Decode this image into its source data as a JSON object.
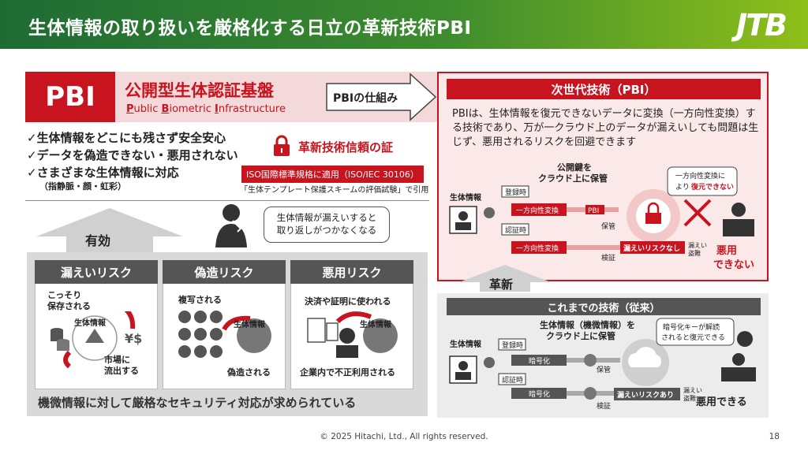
{
  "header": {
    "title": "生体情報の取り扱いを厳格化する日立の革新技術PBI",
    "logo": "JTB"
  },
  "pbi": {
    "badge": "PBI",
    "title": "公開型生体認証基盤",
    "subtitle_parts": [
      "P",
      "ublic ",
      "B",
      "iometric ",
      "I",
      "nfrastructure"
    ],
    "arrow_label": "PBIの仕組み",
    "checks": [
      "✓生体情報をどこにも残さず安全安心",
      "✓データを偽造できない・悪用されない",
      "✓さまざまな生体情報に対応"
    ],
    "checks_note": "（指静脈・顔・虹彩）",
    "trust_label": "革新技術信頼の証",
    "iso": "ISO国際標準規格に適用（ISO/IEC 30106）",
    "iso_note": "「生体テンプレート保護スキームの評価試験」で引用"
  },
  "effect_label": "有効",
  "bubble_leak": [
    "生体情報が漏えいすると",
    "取り返しがつかなくなる"
  ],
  "risks": [
    {
      "title": "漏えいリスク",
      "lines": [
        "こっそり",
        "保存される"
      ],
      "center": "生体情報",
      "bottom": [
        "市場に",
        "流出する"
      ]
    },
    {
      "title": "偽造リスク",
      "lines": [
        "複写される"
      ],
      "center": "生体情報",
      "bottom": [
        "偽造される"
      ]
    },
    {
      "title": "悪用リスク",
      "lines": [
        "決済や証明に使われる"
      ],
      "center": "生体情報",
      "bottom": [
        "企業内で不正利用される"
      ]
    }
  ],
  "risk_footer": "機微情報に対して厳格なセキュリティ対応が求められている",
  "nextgen": {
    "title": "次世代技術（PBI）",
    "desc": "PBIは、生体情報を復元できないデータに変換（一方向性変換）する技術であり、万が一クラウド上のデータが漏えいしても問題は生じず、悪用されるリスクを回避できます",
    "cloud_label": [
      "公開鍵を",
      "クラウド上に保管"
    ],
    "bio": "生体情報",
    "register": "登録時",
    "auth": "認証時",
    "transform": "一方向性変換",
    "pbi_tag": "PBI",
    "store": "保管",
    "verify": "検証",
    "no_leak": "漏えいリスクなし",
    "leak_steal": [
      "漏えい",
      "盗難"
    ],
    "bubble": [
      "一方向性変換に",
      "より",
      "復元できない"
    ],
    "misuse": [
      "悪用",
      "できない"
    ]
  },
  "innovation_label": "革新",
  "legacy": {
    "title": "これまでの技術（従来）",
    "cloud_label": [
      "生体情報（機微情報）を",
      "クラウド上に保管"
    ],
    "bio": "生体情報",
    "register": "登録時",
    "auth": "認証時",
    "encrypt": "暗号化",
    "store": "保管",
    "verify": "検証",
    "leak_risk": "漏えいリスクあり",
    "leak_steal": [
      "漏えい",
      "盗難"
    ],
    "bubble": [
      "暗号化キーが解読",
      "されると復元できる"
    ],
    "misuse": "悪用できる"
  },
  "footer": "© 2025 Hitachi, Ltd., All rights reserved.",
  "page_number": "18",
  "colors": {
    "brand_red": "#c8141e",
    "header_green": "#2f7d32",
    "gray_dark": "#555555"
  }
}
